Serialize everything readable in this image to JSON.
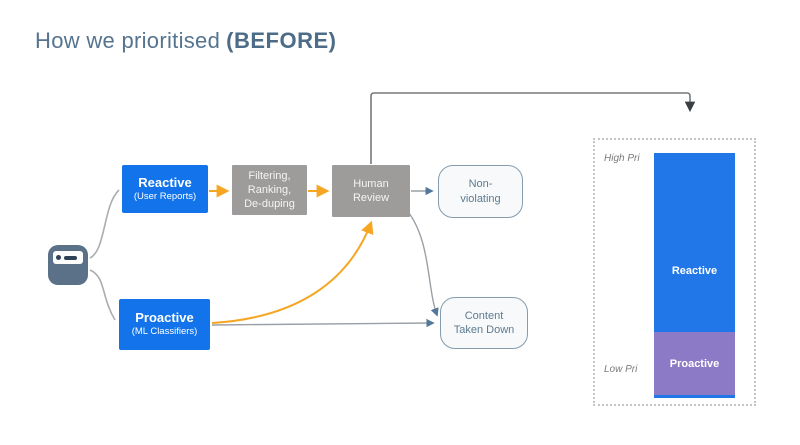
{
  "title": {
    "text": "How we prioritised",
    "emphasis": "(BEFORE)"
  },
  "flow": {
    "source": {
      "icon": "report-card-icon"
    },
    "reactive": {
      "title": "Reactive",
      "subtitle": "(User Reports)"
    },
    "proactive": {
      "title": "Proactive",
      "subtitle": "(ML Classifiers)"
    },
    "filtering": {
      "label": "Filtering,\nRanking,\nDe-duping"
    },
    "human_review": {
      "label": "Human\nReview"
    },
    "non_violating": {
      "label": "Non-\nviolating"
    },
    "content_taken_down": {
      "label": "Content\nTaken Down"
    }
  },
  "priority_panel": {
    "high_label": "High Pri",
    "low_label": "Low Pri",
    "segments": [
      {
        "label": "Reactive",
        "color": "#2177e8",
        "share": 0.74
      },
      {
        "label": "Proactive",
        "color": "#8d7ac6",
        "share": 0.26
      }
    ]
  },
  "colors": {
    "accent_blue": "#1273eb",
    "box_gray": "#9e9b9b",
    "arrow_orange": "#f6a623",
    "slate_text": "#56748f",
    "steel_arrow": "#5c7f9c",
    "bar_purple": "#8d7ac6"
  }
}
